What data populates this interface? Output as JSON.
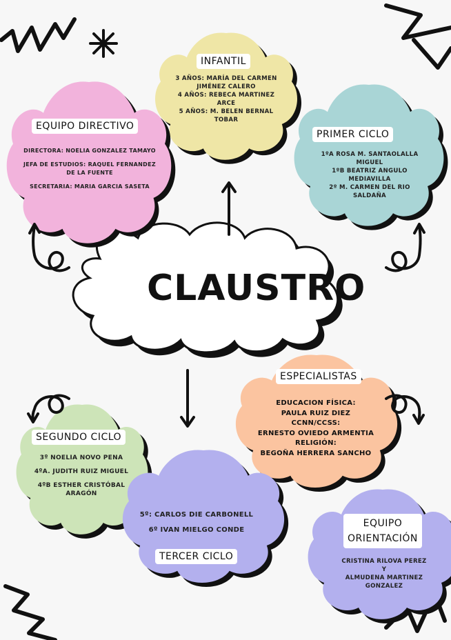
{
  "center": {
    "title": "CLAUSTRO"
  },
  "nodes": {
    "infantil": {
      "label": "INFANTIL",
      "lines": [
        "3 AÑOS: MARÍA DEL CARMEN",
        "JIMÉNEZ CALERO",
        "4 AÑOS: REBECA MARTINEZ",
        "ARCE",
        "5 AÑOS: M. BELEN BERNAL",
        "TOBAR"
      ],
      "color": "#efe6a6"
    },
    "equipo_directivo": {
      "label": "EQUIPO DIRECTIVO",
      "lines": [
        "DIRECTORA: NOELIA GONZALEZ TAMAYO",
        "JEFA DE ESTUDIOS: RAQUEL FERNANDEZ",
        "DE LA FUENTE",
        "SECRETARIA: MARIA GARCIA SASETA"
      ],
      "color": "#f2b3dc"
    },
    "primer_ciclo": {
      "label": "PRIMER CICLO",
      "lines": [
        "1ºA ROSA M. SANTAOLALLA",
        "MIGUEL",
        "1ºB BEATRIZ ANGULO",
        "MEDIAVILLA",
        "2º M. CARMEN DEL RIO",
        "SALDAÑA"
      ],
      "color": "#a9d5d6"
    },
    "especialistas": {
      "label": "ESPECIALISTAS",
      "lines": [
        "EDUCACION FÍSICA:",
        "PAULA RUIZ DIEZ",
        "CCNN/CCSS:",
        "ERNESTO OVIEDO ARMENTIA",
        "RELIGIÓN:",
        "BEGOÑA HERRERA SANCHO"
      ],
      "color": "#fbc4a0"
    },
    "segundo_ciclo": {
      "label": "SEGUNDO CICLO",
      "lines": [
        "3º NOELIA NOVO PENA",
        "4ºA. JUDITH RUIZ MIGUEL",
        "4ºB ESTHER CRISTÓBAL",
        "ARAGÓN"
      ],
      "color": "#cde4b8"
    },
    "tercer_ciclo": {
      "label": "TERCER CICLO",
      "lines": [
        "5º: CARLOS  DIE CARBONELL",
        "6º IVAN MIELGO CONDE"
      ],
      "color": "#b3b0ee"
    },
    "equipo_orientacion": {
      "label_line1": "EQUIPO",
      "label_line2": "ORIENTACIÓN",
      "lines": [
        "CRISTINA RILOVA PEREZ",
        "Y",
        "ALMUDENA MARTINEZ",
        "GONZALEZ"
      ],
      "color": "#b3b0ee"
    }
  }
}
